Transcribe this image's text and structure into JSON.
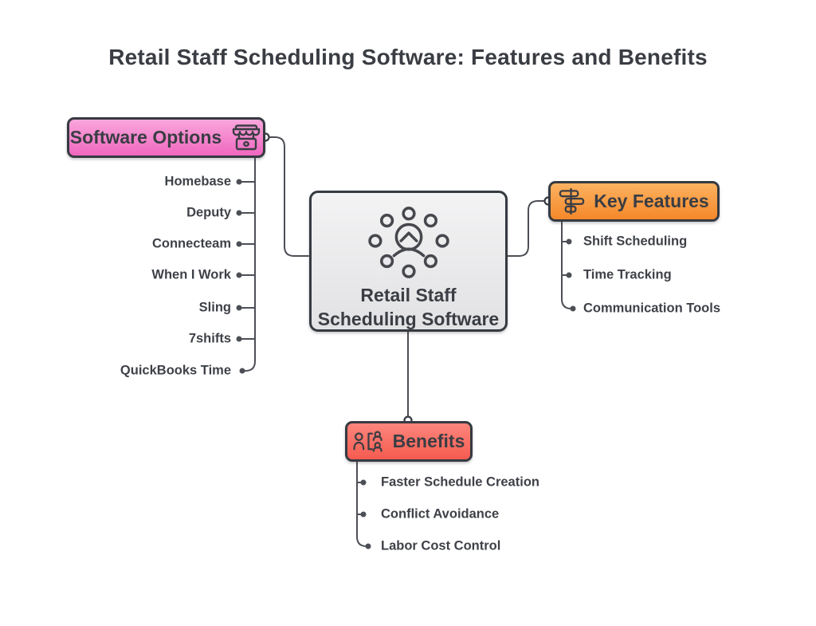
{
  "title": "Retail Staff Scheduling Software: Features and Benefits",
  "center_node": {
    "label": "Retail Staff Scheduling Software",
    "icon": "team-network-icon"
  },
  "branches": {
    "software_options": {
      "label": "Software Options",
      "icon": "storefront-icon",
      "accent_color": "#f067c0",
      "items": [
        "Homebase",
        "Deputy",
        "Connecteam",
        "When I Work",
        "Sling",
        "7shifts",
        "QuickBooks Time"
      ]
    },
    "key_features": {
      "label": "Key Features",
      "icon": "timeline-bars-icon",
      "accent_color": "#f5882a",
      "items": [
        "Shift Scheduling",
        "Time Tracking",
        "Communication Tools"
      ]
    },
    "benefits": {
      "label": "Benefits",
      "icon": "org-people-icon",
      "accent_color": "#f65b50",
      "items": [
        "Faster Schedule Creation",
        "Conflict Avoidance",
        "Labor Cost Control"
      ]
    }
  },
  "colors": {
    "ink": "#3a3d43",
    "connector": "#4c4f55",
    "center_fill_top": "#f3f3f4",
    "center_fill_bottom": "#e2e2e4",
    "pink_top": "#f9a6dc",
    "pink_bottom": "#f067c0",
    "orange_top": "#fcb260",
    "orange_bottom": "#f5882a",
    "red_top": "#fc867d",
    "red_bottom": "#f65b50"
  }
}
